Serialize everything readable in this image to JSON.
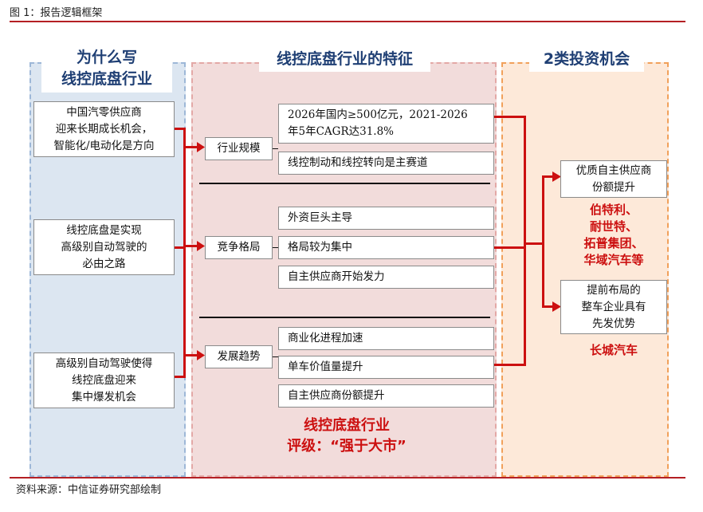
{
  "header": {
    "caption": "图 1：报告逻辑框架"
  },
  "columns": {
    "left": {
      "title": "为什么写\n线控底盘行业",
      "boxes": [
        "中国汽零供应商\n迎来长期成长机会，\n智能化/电动化是方向",
        "线控底盘是实现\n高级别自动驾驶的\n必由之路",
        "高级别自动驾驶使得\n线控底盘迎来\n集中爆发机会"
      ]
    },
    "middle": {
      "title": "线控底盘行业的特征",
      "groups": [
        {
          "label": "行业规模",
          "items": [
            "2026年国内≥500亿元，2021-2026\n年5年CAGR达31.8%",
            "线控制动和线控转向是主赛道"
          ]
        },
        {
          "label": "竞争格局",
          "items": [
            "外资巨头主导",
            "格局较为集中",
            "自主供应商开始发力"
          ]
        },
        {
          "label": "发展趋势",
          "items": [
            "商业化进程加速",
            "单车价值量提升",
            "自主供应商份额提升"
          ]
        }
      ],
      "rating": "线控底盘行业\n评级：“强于大市”"
    },
    "right": {
      "title": "2类投资机会",
      "opportunities": [
        {
          "text": "优质自主供应商\n份额提升",
          "companies": "伯特利、\n耐世特、\n拓普集团、\n华域汽车等"
        },
        {
          "text": "提前布局的\n整车企业具有\n先发优势",
          "companies": "长城汽车"
        }
      ]
    }
  },
  "footer": {
    "source": "资料来源：中信证券研究部绘制"
  },
  "colors": {
    "accent": "#cc1010",
    "title": "#1f3f74",
    "rule": "#b41f24"
  }
}
